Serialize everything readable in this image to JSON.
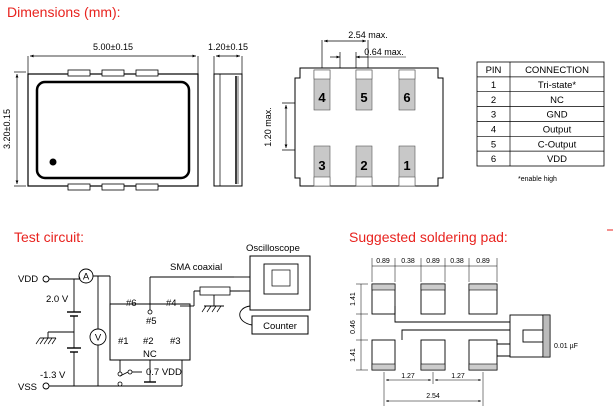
{
  "titles": {
    "dimensions": "Dimensions (mm):",
    "test_circuit": "Test circuit:",
    "soldering": "Suggested soldering pad:"
  },
  "package": {
    "width_dim": "5.00±0.15",
    "height_dim": "3.20±0.15",
    "thickness_dim": "1.20±0.15",
    "pitch_dim": "2.54 max.",
    "pad_width_dim": "0.64 max.",
    "pad_gap_dim": "1.20 max.",
    "top_pins": [
      "4",
      "5",
      "6"
    ],
    "bottom_pins": [
      "3",
      "2",
      "1"
    ]
  },
  "pin_table": {
    "headers": [
      "PIN",
      "CONNECTION"
    ],
    "rows": [
      [
        "1",
        "Tri-state*"
      ],
      [
        "2",
        "NC"
      ],
      [
        "3",
        "GND"
      ],
      [
        "4",
        "Output"
      ],
      [
        "5",
        "C-Output"
      ],
      [
        "6",
        "VDD"
      ]
    ],
    "footnote": "*enable high"
  },
  "test_circuit": {
    "vdd": "VDD",
    "vss": "VSS",
    "ammeter": "A",
    "voltmeter": "V",
    "v1": "2.0 V",
    "v2": "-1.3 V",
    "sma": "SMA coaxial",
    "oscilloscope": "Oscilloscope",
    "counter": "Counter",
    "pin6": "#6",
    "pin5": "#5",
    "pin4": "#4",
    "pin1": "#1",
    "pin2": "#2",
    "pin3": "#3",
    "nc": "NC",
    "v07": "0.7 VDD"
  },
  "soldering": {
    "top_dims": [
      "0.89",
      "0.38",
      "0.89",
      "0.38",
      "0.89"
    ],
    "h1": "1.41",
    "h2": "0.46",
    "h3": "1.41",
    "cap": "0.01 µF",
    "pitch1": "1.27",
    "pitch2": "1.27",
    "total": "2.54"
  }
}
